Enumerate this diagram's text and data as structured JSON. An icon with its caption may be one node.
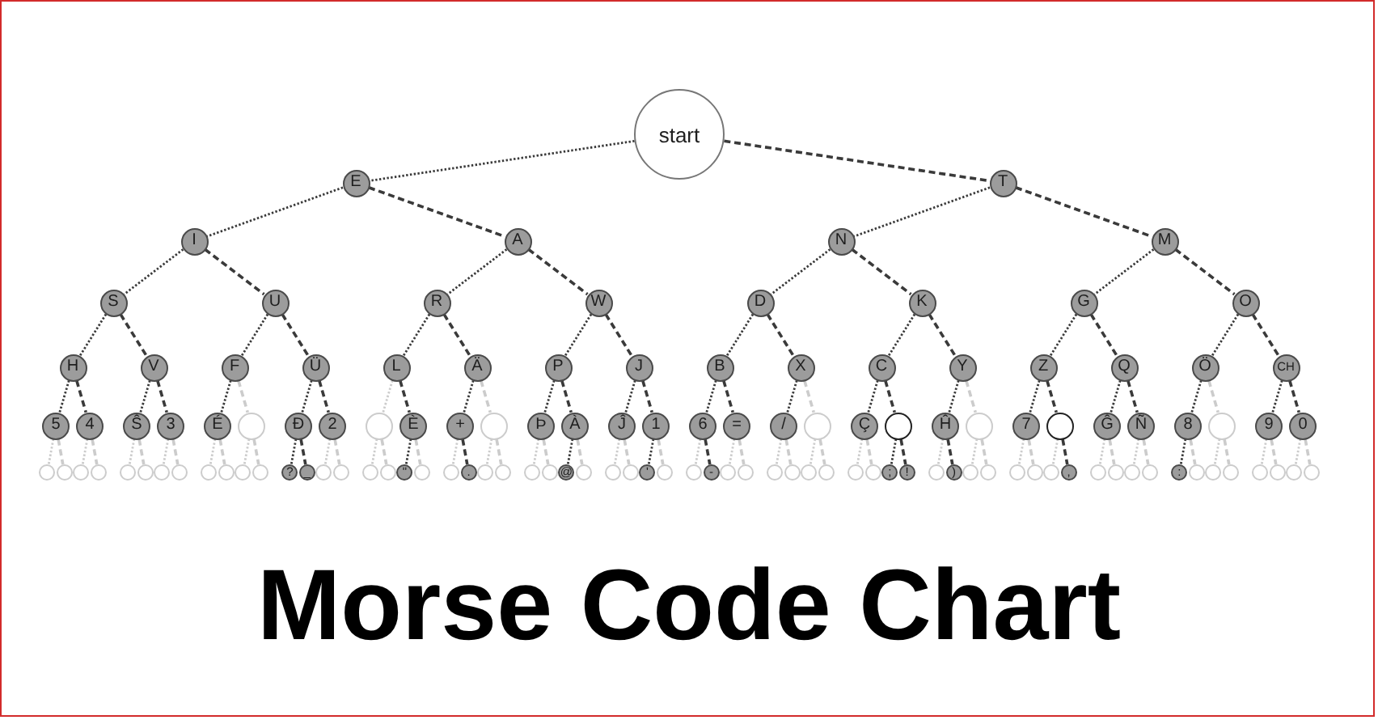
{
  "diagram": {
    "title": "Morse Code Chart",
    "nodes": [
      {
        "text": [
          "start"
        ]
      },
      {
        "text": [
          "E"
        ]
      },
      {
        "text": [
          "T"
        ]
      },
      {
        "text": [
          "I"
        ]
      },
      {
        "text": [
          "A"
        ]
      },
      {
        "text": [
          "N"
        ]
      },
      {
        "text": [
          "M"
        ]
      },
      {
        "text": [
          "S"
        ]
      },
      {
        "text": [
          "U"
        ]
      },
      {
        "text": [
          "R"
        ]
      },
      {
        "text": [
          "W"
        ]
      },
      {
        "text": [
          "D"
        ]
      },
      {
        "text": [
          "K"
        ]
      },
      {
        "text": [
          "G"
        ]
      },
      {
        "text": [
          "O"
        ]
      },
      {
        "text": [
          "H"
        ]
      },
      {
        "text": [
          "V"
        ]
      },
      {
        "text": [
          "F"
        ]
      },
      {
        "text": [
          "Ü"
        ]
      },
      {
        "text": [
          "L"
        ]
      },
      {
        "text": [
          "Ä"
        ]
      },
      {
        "text": [
          "P"
        ]
      },
      {
        "text": [
          "J"
        ]
      },
      {
        "text": [
          "B"
        ]
      },
      {
        "text": [
          "X"
        ]
      },
      {
        "text": [
          "C"
        ]
      },
      {
        "text": [
          "Y"
        ]
      },
      {
        "text": [
          "Z"
        ]
      },
      {
        "text": [
          "Q"
        ]
      },
      {
        "text": [
          "Ö"
        ]
      },
      {
        "text": [
          "CH"
        ]
      },
      {
        "text": [
          "5"
        ]
      },
      {
        "text": [
          "4"
        ]
      },
      {
        "text": [
          "Ŝ"
        ]
      },
      {
        "text": [
          "3"
        ]
      },
      {
        "text": [
          "É"
        ]
      },
      {
        "text": [],
        "shape": "circle"
      },
      {
        "text": [
          "Đ"
        ]
      },
      {
        "text": [
          "2"
        ]
      },
      {
        "text": [],
        "shape": "circle"
      },
      {
        "text": [
          "È"
        ]
      },
      {
        "text": [
          "+"
        ]
      },
      {
        "text": [],
        "shape": "circle"
      },
      {
        "text": [
          "Þ"
        ]
      },
      {
        "text": [
          "À"
        ]
      },
      {
        "text": [
          "Ĵ"
        ]
      },
      {
        "text": [
          "1"
        ]
      },
      {
        "text": [
          "6"
        ]
      },
      {
        "text": [
          "="
        ]
      },
      {
        "text": [
          "/"
        ]
      },
      {
        "text": [],
        "shape": "circle"
      },
      {
        "text": [
          "Ç"
        ]
      },
      {
        "text": [],
        "shape": "circle"
      },
      {
        "text": [
          "Ĥ"
        ]
      },
      {
        "text": [],
        "shape": "circle"
      },
      {
        "text": [
          "7"
        ]
      },
      {
        "text": [],
        "shape": "circle"
      },
      {
        "text": [
          "Ĝ"
        ]
      },
      {
        "text": [
          "Ñ"
        ]
      },
      {
        "text": [
          "8"
        ]
      },
      {
        "text": [],
        "shape": "circle"
      },
      {
        "text": [
          "9"
        ]
      },
      {
        "text": [
          "0"
        ]
      },
      {
        "text": [],
        "shape": "circle"
      },
      {
        "text": [],
        "shape": "circle"
      },
      {
        "text": [],
        "shape": "circle"
      },
      {
        "text": [],
        "shape": "circle"
      },
      {
        "text": [],
        "shape": "circle"
      },
      {
        "text": [],
        "shape": "circle"
      },
      {
        "text": [],
        "shape": "circle"
      },
      {
        "text": [],
        "shape": "circle"
      },
      {
        "text": [],
        "shape": "circle"
      },
      {
        "text": [],
        "shape": "circle"
      },
      {
        "text": [],
        "shape": "circle"
      },
      {
        "text": [],
        "shape": "circle"
      },
      {
        "text": [
          "?"
        ]
      },
      {
        "text": [
          "_"
        ]
      },
      {
        "text": [],
        "shape": "circle"
      },
      {
        "text": [],
        "shape": "circle"
      },
      {
        "text": [],
        "shape": "circle"
      },
      {
        "text": [],
        "shape": "circle"
      },
      {
        "text": [
          "\""
        ]
      },
      {
        "text": [],
        "shape": "circle"
      },
      {
        "text": [],
        "shape": "circle"
      },
      {
        "text": [
          "."
        ]
      },
      {
        "text": [],
        "shape": "circle"
      },
      {
        "text": [],
        "shape": "circle"
      },
      {
        "text": [],
        "shape": "circle"
      },
      {
        "text": [],
        "shape": "circle"
      },
      {
        "text": [
          "@"
        ]
      },
      {
        "text": [],
        "shape": "circle"
      },
      {
        "text": [],
        "shape": "circle"
      },
      {
        "text": [],
        "shape": "circle"
      },
      {
        "text": [
          "'"
        ]
      },
      {
        "text": [],
        "shape": "circle"
      },
      {
        "text": [],
        "shape": "circle"
      },
      {
        "text": [
          "-"
        ]
      },
      {
        "text": [],
        "shape": "circle"
      },
      {
        "text": [],
        "shape": "circle"
      },
      {
        "text": [],
        "shape": "circle"
      },
      {
        "text": [],
        "shape": "circle"
      },
      {
        "text": [],
        "shape": "circle"
      },
      {
        "text": [],
        "shape": "circle"
      },
      {
        "text": [],
        "shape": "circle"
      },
      {
        "text": [],
        "shape": "circle"
      },
      {
        "text": [
          ";"
        ]
      },
      {
        "text": [
          "!"
        ]
      },
      {
        "text": [],
        "shape": "circle"
      },
      {
        "text": [
          ")"
        ]
      },
      {
        "text": [],
        "shape": "circle"
      },
      {
        "text": [],
        "shape": "circle"
      },
      {
        "text": [],
        "shape": "circle"
      },
      {
        "text": [],
        "shape": "circle"
      },
      {
        "text": [],
        "shape": "circle"
      },
      {
        "text": [
          ","
        ]
      },
      {
        "text": [],
        "shape": "circle"
      },
      {
        "text": [],
        "shape": "circle"
      },
      {
        "text": [],
        "shape": "circle"
      },
      {
        "text": [],
        "shape": "circle"
      },
      {
        "text": [
          ":"
        ]
      },
      {
        "text": [],
        "shape": "circle"
      },
      {
        "text": [],
        "shape": "circle"
      },
      {
        "text": [],
        "shape": "circle"
      },
      {
        "text": [],
        "shape": "circle"
      },
      {
        "text": [],
        "shape": "circle"
      },
      {
        "text": [],
        "shape": "circle"
      },
      {
        "text": [],
        "shape": "circle"
      }
    ],
    "edges": [
      {
        "from": 0,
        "to": 1,
        "arrow": "none"
      },
      {
        "from": 0,
        "to": 2,
        "arrow": "none",
        "style": "dashed"
      },
      {
        "from": 1,
        "to": 3,
        "arrow": "none"
      },
      {
        "from": 1,
        "to": 4,
        "arrow": "none",
        "style": "dashed"
      },
      {
        "from": 2,
        "to": 5,
        "arrow": "none"
      },
      {
        "from": 2,
        "to": 6,
        "arrow": "none",
        "style": "dashed"
      },
      {
        "from": 3,
        "to": 7,
        "arrow": "none"
      },
      {
        "from": 3,
        "to": 8,
        "arrow": "none",
        "style": "dashed"
      },
      {
        "from": 4,
        "to": 9,
        "arrow": "none"
      },
      {
        "from": 4,
        "to": 10,
        "arrow": "none",
        "style": "dashed"
      },
      {
        "from": 5,
        "to": 11,
        "arrow": "none"
      },
      {
        "from": 5,
        "to": 12,
        "arrow": "none",
        "style": "dashed"
      },
      {
        "from": 6,
        "to": 13,
        "arrow": "none"
      },
      {
        "from": 6,
        "to": 14,
        "arrow": "none",
        "style": "dashed"
      },
      {
        "from": 7,
        "to": 15,
        "arrow": "none"
      },
      {
        "from": 7,
        "to": 16,
        "arrow": "none",
        "style": "dashed"
      },
      {
        "from": 8,
        "to": 17,
        "arrow": "none"
      },
      {
        "from": 8,
        "to": 18,
        "arrow": "none",
        "style": "dashed"
      },
      {
        "from": 9,
        "to": 19,
        "arrow": "none"
      },
      {
        "from": 9,
        "to": 20,
        "arrow": "none",
        "style": "dashed"
      },
      {
        "from": 10,
        "to": 21,
        "arrow": "none"
      },
      {
        "from": 10,
        "to": 22,
        "arrow": "none",
        "style": "dashed"
      },
      {
        "from": 11,
        "to": 23,
        "arrow": "none"
      },
      {
        "from": 11,
        "to": 24,
        "arrow": "none",
        "style": "dashed"
      },
      {
        "from": 12,
        "to": 25,
        "arrow": "none"
      },
      {
        "from": 12,
        "to": 26,
        "arrow": "none",
        "style": "dashed"
      },
      {
        "from": 13,
        "to": 27,
        "arrow": "none"
      },
      {
        "from": 13,
        "to": 28,
        "arrow": "none",
        "style": "dashed"
      },
      {
        "from": 14,
        "to": 29,
        "arrow": "none"
      },
      {
        "from": 14,
        "to": 30,
        "arrow": "none",
        "style": "dashed"
      },
      {
        "from": 15,
        "to": 31,
        "arrow": "none"
      },
      {
        "from": 15,
        "to": 32,
        "arrow": "none",
        "style": "dashed"
      },
      {
        "from": 16,
        "to": 33,
        "arrow": "none"
      },
      {
        "from": 16,
        "to": 34,
        "arrow": "none",
        "style": "dashed"
      },
      {
        "from": 17,
        "to": 35,
        "arrow": "none"
      },
      {
        "from": 17,
        "to": 36,
        "arrow": "none",
        "style": "dashed",
        "color": "#cccccc"
      },
      {
        "from": 18,
        "to": 37,
        "arrow": "none"
      },
      {
        "from": 18,
        "to": 38,
        "arrow": "none",
        "style": "dashed"
      },
      {
        "from": 19,
        "to": 39,
        "arrow": "none",
        "color": "#cccccc"
      },
      {
        "from": 19,
        "to": 40,
        "arrow": "none",
        "style": "dashed"
      },
      {
        "from": 20,
        "to": 41,
        "arrow": "none"
      },
      {
        "from": 20,
        "to": 42,
        "arrow": "none",
        "style": "dashed",
        "color": "#cccccc"
      },
      {
        "from": 21,
        "to": 43,
        "arrow": "none"
      },
      {
        "from": 21,
        "to": 44,
        "arrow": "none",
        "style": "dashed"
      },
      {
        "from": 22,
        "to": 45,
        "arrow": "none"
      },
      {
        "from": 22,
        "to": 46,
        "arrow": "none",
        "style": "dashed"
      },
      {
        "from": 23,
        "to": 47,
        "arrow": "none"
      },
      {
        "from": 23,
        "to": 48,
        "arrow": "none",
        "style": "dashed"
      },
      {
        "from": 24,
        "to": 49,
        "arrow": "none"
      },
      {
        "from": 24,
        "to": 50,
        "arrow": "none",
        "style": "dashed",
        "color": "#cccccc"
      },
      {
        "from": 25,
        "to": 51,
        "arrow": "none"
      },
      {
        "from": 25,
        "to": 52,
        "arrow": "none",
        "style": "dashed"
      },
      {
        "from": 26,
        "to": 53,
        "arrow": "none"
      },
      {
        "from": 26,
        "to": 54,
        "arrow": "none",
        "style": "dashed",
        "color": "#cccccc"
      },
      {
        "from": 27,
        "to": 55,
        "arrow": "none"
      },
      {
        "from": 27,
        "to": 56,
        "arrow": "none",
        "style": "dashed"
      },
      {
        "from": 28,
        "to": 57,
        "arrow": "none"
      },
      {
        "from": 28,
        "to": 58,
        "arrow": "none",
        "style": "dashed"
      },
      {
        "from": 29,
        "to": 59,
        "arrow": "none"
      },
      {
        "from": 29,
        "to": 60,
        "arrow": "none",
        "style": "dashed",
        "color": "#cccccc"
      },
      {
        "from": 30,
        "to": 61,
        "arrow": "none"
      },
      {
        "from": 30,
        "to": 62,
        "arrow": "none",
        "style": "dashed"
      },
      {
        "from": 31,
        "to": 63,
        "arrow": "none",
        "color": "#cccccc"
      },
      {
        "from": 31,
        "to": 64,
        "arrow": "none",
        "style": "dashed",
        "color": "#cccccc"
      },
      {
        "from": 32,
        "to": 65,
        "arrow": "none",
        "color": "#cccccc"
      },
      {
        "from": 32,
        "to": 66,
        "arrow": "none",
        "style": "dashed",
        "color": "#cccccc"
      },
      {
        "from": 33,
        "to": 67,
        "arrow": "none",
        "color": "#cccccc"
      },
      {
        "from": 33,
        "to": 68,
        "arrow": "none",
        "style": "dashed",
        "color": "#cccccc"
      },
      {
        "from": 34,
        "to": 69,
        "arrow": "none",
        "color": "#cccccc"
      },
      {
        "from": 34,
        "to": 70,
        "arrow": "none",
        "style": "dashed",
        "color": "#cccccc"
      },
      {
        "from": 35,
        "to": 71,
        "arrow": "none",
        "color": "#cccccc"
      },
      {
        "from": 35,
        "to": 72,
        "arrow": "none",
        "style": "dashed",
        "color": "#cccccc"
      },
      {
        "from": 36,
        "to": 73,
        "arrow": "none",
        "color": "#cccccc"
      },
      {
        "from": 36,
        "to": 74,
        "arrow": "none",
        "style": "dashed",
        "color": "#cccccc"
      },
      {
        "from": 37,
        "to": 75,
        "arrow": "none"
      },
      {
        "from": 37,
        "to": 76,
        "arrow": "none",
        "style": "dashed"
      },
      {
        "from": 38,
        "to": 77,
        "arrow": "none",
        "color": "#cccccc"
      },
      {
        "from": 38,
        "to": 78,
        "arrow": "none",
        "style": "dashed",
        "color": "#cccccc"
      },
      {
        "from": 39,
        "to": 79,
        "arrow": "none",
        "color": "#cccccc"
      },
      {
        "from": 39,
        "to": 80,
        "arrow": "none",
        "style": "dashed",
        "color": "#cccccc"
      },
      {
        "from": 40,
        "to": 81,
        "arrow": "none"
      },
      {
        "from": 40,
        "to": 82,
        "arrow": "none",
        "style": "dashed",
        "color": "#cccccc"
      },
      {
        "from": 41,
        "to": 83,
        "arrow": "none",
        "color": "#cccccc"
      },
      {
        "from": 41,
        "to": 84,
        "arrow": "none",
        "style": "dashed"
      },
      {
        "from": 42,
        "to": 85,
        "arrow": "none",
        "color": "#cccccc"
      },
      {
        "from": 42,
        "to": 86,
        "arrow": "none",
        "style": "dashed",
        "color": "#cccccc"
      },
      {
        "from": 43,
        "to": 87,
        "arrow": "none",
        "color": "#cccccc"
      },
      {
        "from": 43,
        "to": 88,
        "arrow": "none",
        "style": "dashed",
        "color": "#cccccc"
      },
      {
        "from": 44,
        "to": 89,
        "arrow": "none"
      },
      {
        "from": 44,
        "to": 90,
        "arrow": "none",
        "style": "dashed",
        "color": "#cccccc"
      },
      {
        "from": 45,
        "to": 91,
        "arrow": "none",
        "color": "#cccccc"
      },
      {
        "from": 45,
        "to": 92,
        "arrow": "none",
        "style": "dashed",
        "color": "#cccccc"
      },
      {
        "from": 46,
        "to": 93,
        "arrow": "none"
      },
      {
        "from": 46,
        "to": 94,
        "arrow": "none",
        "style": "dashed",
        "color": "#cccccc"
      },
      {
        "from": 47,
        "to": 95,
        "arrow": "none",
        "color": "#cccccc"
      },
      {
        "from": 47,
        "to": 96,
        "arrow": "none",
        "style": "dashed"
      },
      {
        "from": 48,
        "to": 97,
        "arrow": "none",
        "color": "#cccccc"
      },
      {
        "from": 48,
        "to": 98,
        "arrow": "none",
        "style": "dashed",
        "color": "#cccccc"
      },
      {
        "from": 49,
        "to": 99,
        "arrow": "none",
        "color": "#cccccc"
      },
      {
        "from": 49,
        "to": 100,
        "arrow": "none",
        "style": "dashed",
        "color": "#cccccc"
      },
      {
        "from": 50,
        "to": 101,
        "arrow": "none",
        "color": "#cccccc"
      },
      {
        "from": 50,
        "to": 102,
        "arrow": "none",
        "style": "dashed",
        "color": "#cccccc"
      },
      {
        "from": 51,
        "to": 103,
        "arrow": "none",
        "color": "#cccccc"
      },
      {
        "from": 51,
        "to": 104,
        "arrow": "none",
        "style": "dashed",
        "color": "#cccccc"
      },
      {
        "from": 52,
        "to": 105,
        "arrow": "none"
      },
      {
        "from": 52,
        "to": 106,
        "arrow": "none",
        "style": "dashed"
      },
      {
        "from": 53,
        "to": 107,
        "arrow": "none",
        "color": "#cccccc"
      },
      {
        "from": 53,
        "to": 108,
        "arrow": "none",
        "style": "dashed"
      },
      {
        "from": 54,
        "to": 109,
        "arrow": "none",
        "color": "#cccccc"
      },
      {
        "from": 54,
        "to": 110,
        "arrow": "none",
        "style": "dashed",
        "color": "#cccccc"
      },
      {
        "from": 55,
        "to": 111,
        "arrow": "none",
        "color": "#cccccc"
      },
      {
        "from": 55,
        "to": 112,
        "arrow": "none",
        "style": "dashed",
        "color": "#cccccc"
      },
      {
        "from": 56,
        "to": 113,
        "arrow": "none",
        "color": "#cccccc"
      },
      {
        "from": 56,
        "to": 114,
        "arrow": "none",
        "style": "dashed"
      },
      {
        "from": 57,
        "to": 115,
        "arrow": "none",
        "color": "#cccccc"
      },
      {
        "from": 57,
        "to": 116,
        "arrow": "none",
        "style": "dashed",
        "color": "#cccccc"
      },
      {
        "from": 58,
        "to": 117,
        "arrow": "none",
        "color": "#cccccc"
      },
      {
        "from": 58,
        "to": 118,
        "arrow": "none",
        "style": "dashed",
        "color": "#cccccc"
      },
      {
        "from": 59,
        "to": 119,
        "arrow": "none"
      },
      {
        "from": 59,
        "to": 120,
        "arrow": "none",
        "style": "dashed",
        "color": "#cccccc"
      },
      {
        "from": 60,
        "to": 121,
        "arrow": "none",
        "color": "#cccccc"
      },
      {
        "from": 60,
        "to": 122,
        "arrow": "none",
        "style": "dashed",
        "color": "#cccccc"
      },
      {
        "from": 61,
        "to": 123,
        "arrow": "none",
        "color": "#cccccc"
      },
      {
        "from": 61,
        "to": 124,
        "arrow": "none",
        "style": "dashed",
        "color": "#cccccc"
      },
      {
        "from": 62,
        "to": 125,
        "arrow": "none",
        "color": "#cccccc"
      },
      {
        "from": 62,
        "to": 126,
        "arrow": "none",
        "style": "dashed",
        "color": "#cccccc"
      }
    ]
  }
}
